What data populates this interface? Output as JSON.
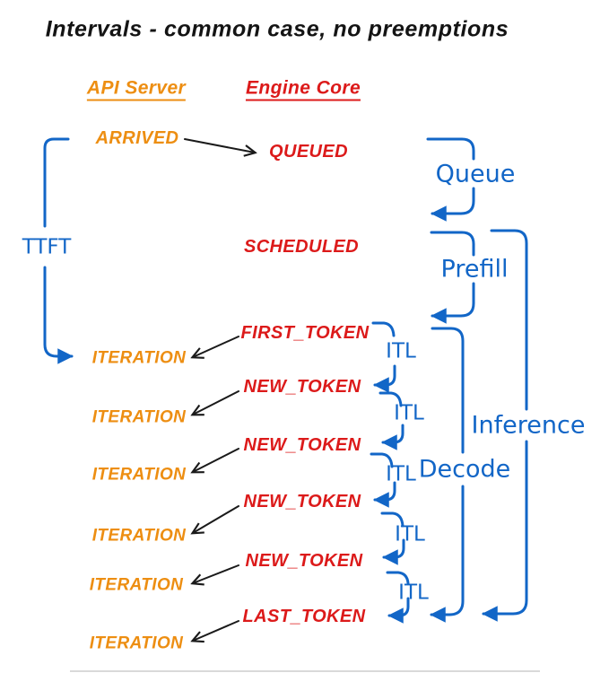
{
  "title": "Intervals - common case, no preemptions",
  "columns": {
    "api_server": "API Server",
    "engine_core": "Engine Core"
  },
  "events": {
    "arrived": "ARRIVED",
    "queued": "QUEUED",
    "scheduled": "SCHEDULED",
    "first_token": "FIRST_TOKEN",
    "new_token": "NEW_TOKEN",
    "last_token": "LAST_TOKEN",
    "iteration": "ITERATION"
  },
  "intervals": {
    "ttft": "TTFT",
    "queue": "Queue",
    "prefill": "Prefill",
    "itl": "ITL",
    "decode": "Decode",
    "inference": "Inference"
  },
  "colors": {
    "api_server": "#ED8E12",
    "engine_core": "#DC1A1A",
    "interval_blue": "#1266C7",
    "arrow_black": "#1A1A1A"
  }
}
